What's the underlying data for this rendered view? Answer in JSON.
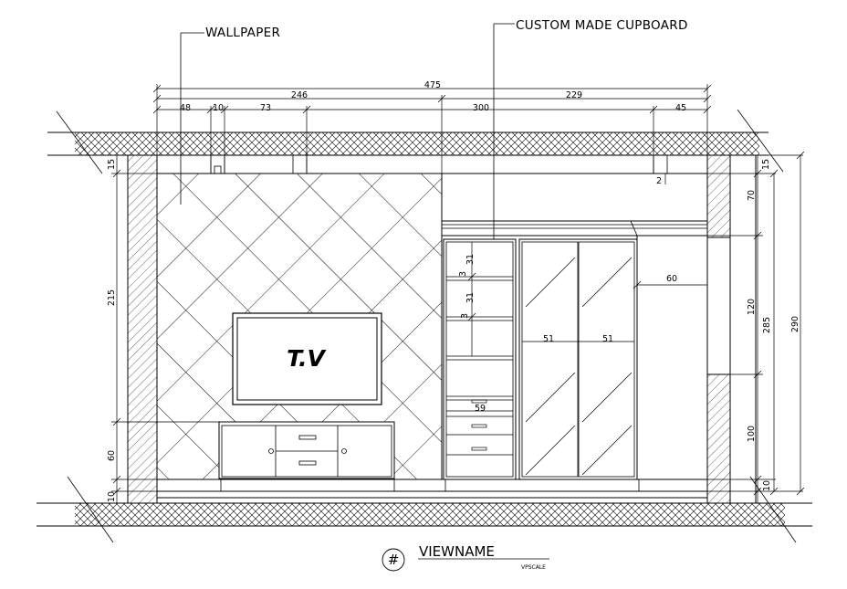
{
  "labels": {
    "wallpaper": "WALLPAPER",
    "cupboard": "CUSTOM MADE CUPBOARD",
    "tv": "T.V"
  },
  "title_block": {
    "symbol": "#",
    "view_name": "VIEWNAME",
    "scale": "VPSCALE"
  },
  "dimensions": {
    "overall_width": "475",
    "left_width": "246",
    "right_width": "229",
    "seg_48": "48",
    "seg_10": "10",
    "seg_73": "73",
    "seg_300": "300",
    "seg_45": "45",
    "left_15": "15",
    "left_215": "215",
    "left_60": "60",
    "left_10": "10",
    "right_15": "15",
    "right_70": "70",
    "right_120": "120",
    "right_100": "100",
    "right_10": "10",
    "right_285": "285",
    "right_290": "290",
    "small_2": "2",
    "shelf_31a": "31",
    "shelf_3a": "3",
    "shelf_31b": "31",
    "shelf_3b": "3",
    "width_59": "59",
    "door_51a": "51",
    "door_51b": "51",
    "right_60": "60"
  },
  "colors": {
    "line": "#000000",
    "background": "#ffffff"
  }
}
